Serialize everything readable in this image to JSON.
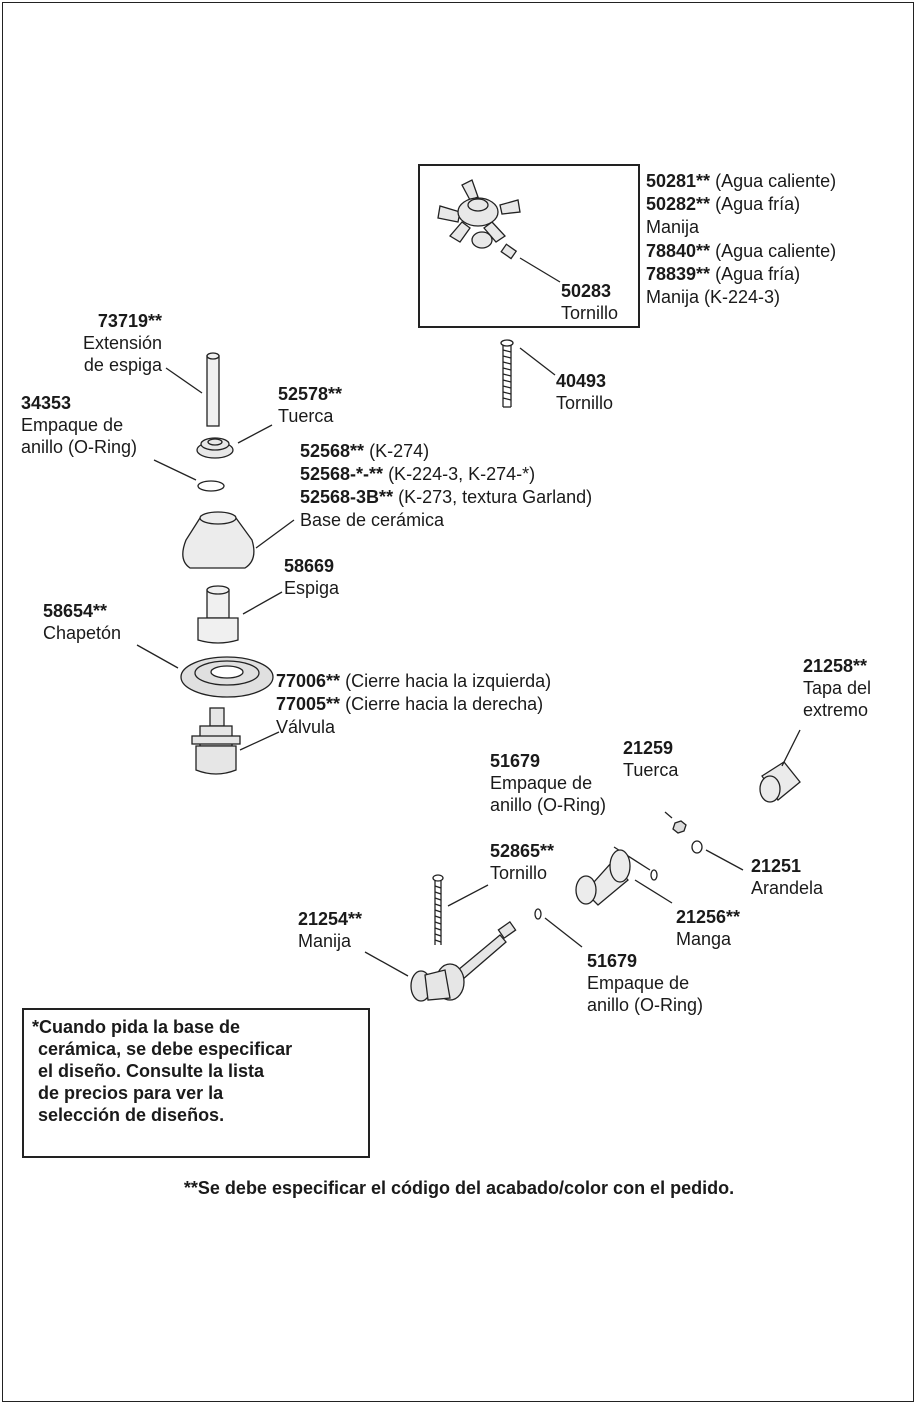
{
  "labels": {
    "p50281": {
      "num": "50281**",
      "text": " (Agua caliente)"
    },
    "p50282": {
      "num": "50282**",
      "text": " (Agua fría)"
    },
    "manija_top": "Manija",
    "p78840": {
      "num": "78840**",
      "text": " (Agua caliente)"
    },
    "p78839": {
      "num": "78839**",
      "text": " (Agua fría)"
    },
    "manija_k2243": "Manija (K-224-3)",
    "p50283": {
      "num": "50283",
      "name": "Tornillo"
    },
    "p73719": {
      "num": "73719**",
      "line1": "Extensión",
      "line2": "de espiga"
    },
    "p40493": {
      "num": "40493",
      "name": "Tornillo"
    },
    "p34353": {
      "num": "34353",
      "line1": "Empaque de",
      "line2": "anillo (O-Ring)"
    },
    "p52578": {
      "num": "52578**",
      "name": "Tuerca"
    },
    "p52568": {
      "num": "52568**",
      "text": " (K-274)"
    },
    "p52568x": {
      "num": "52568-*-**",
      "text": " (K-224-3, K-274-*)"
    },
    "p52568_3b": {
      "num": "52568-3B**",
      "text": " (K-273, textura Garland)"
    },
    "base_ceramica": "Base de cerámica",
    "p58669": {
      "num": "58669",
      "name": "Espiga"
    },
    "p58654": {
      "num": "58654**",
      "name": "Chapetón"
    },
    "p77006": {
      "num": "77006**",
      "text": " (Cierre hacia la izquierda)"
    },
    "p77005": {
      "num": "77005**",
      "text": " (Cierre hacia la derecha)"
    },
    "valvula": "Válvula",
    "p21258": {
      "num": "21258**",
      "line1": "Tapa del",
      "line2": "extremo"
    },
    "p21259": {
      "num": "21259",
      "name": "Tuerca"
    },
    "p51679a": {
      "num": "51679",
      "line1": "Empaque de",
      "line2": "anillo (O-Ring)"
    },
    "p52865": {
      "num": "52865**",
      "name": "Tornillo"
    },
    "p21251": {
      "num": "21251",
      "name": "Arandela"
    },
    "p21254": {
      "num": "21254**",
      "name": "Manija"
    },
    "p21256": {
      "num": "21256**",
      "name": "Manga"
    },
    "p51679b": {
      "num": "51679",
      "line1": "Empaque de",
      "line2": "anillo (O-Ring)"
    }
  },
  "note": {
    "line1": "*Cuando pida la base de",
    "line2": "cerámica, se debe especificar",
    "line3": "el diseño.  Consulte la lista",
    "line4": "de precios para ver la",
    "line5": "selección de diseños."
  },
  "footer": "**Se debe especificar el código del acabado/color con el pedido."
}
